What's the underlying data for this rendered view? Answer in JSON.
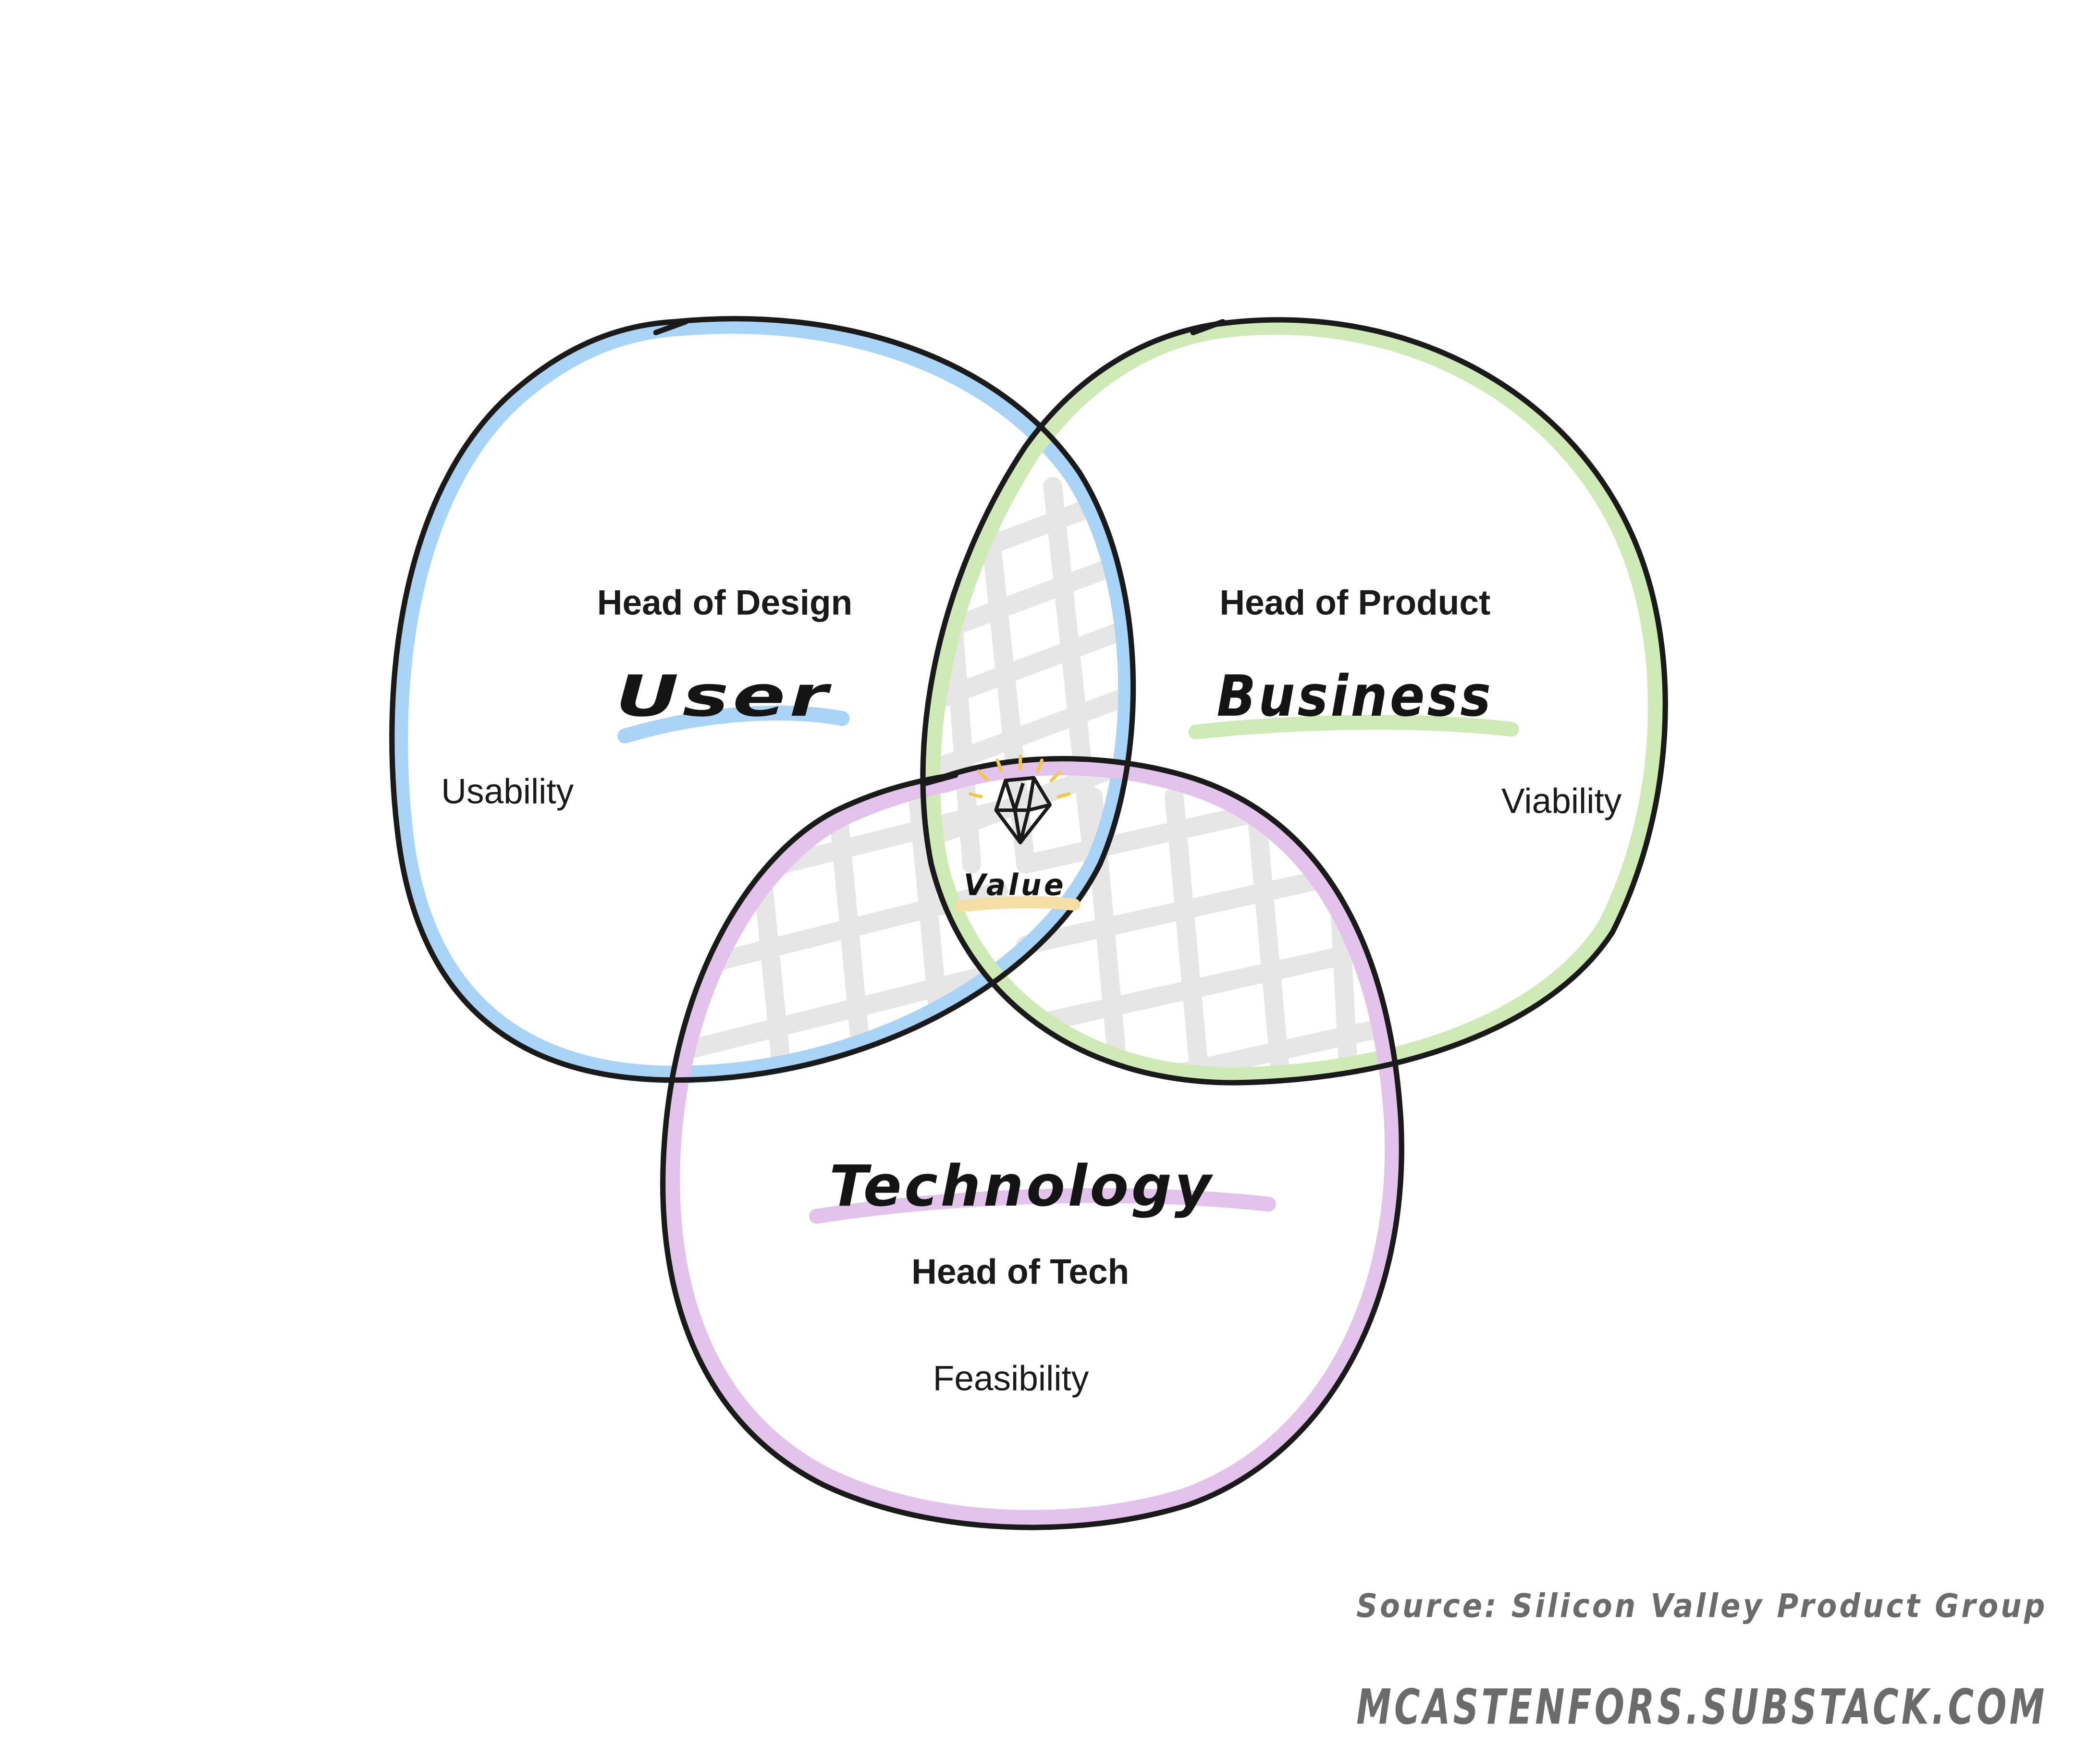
{
  "colors": {
    "user": "#a9d3f7",
    "business": "#cfeab6",
    "technology": "#e3c2ec",
    "value": "#f6dfa6",
    "gem_rays": "#f1c84f",
    "outline": "#1a1a1a",
    "hatch": "#e6e6e6",
    "footer_text": "#6b6b6b"
  },
  "icon": "gem-icon",
  "circles": {
    "user": {
      "title": "User",
      "role": "Head of Design",
      "quality": "Usability"
    },
    "business": {
      "title": "Business",
      "role": "Head of Product",
      "quality": "Viability"
    },
    "technology": {
      "title": "Technology",
      "role": "Head of Tech",
      "quality": "Feasibility"
    }
  },
  "center": {
    "label": "Value"
  },
  "footer": {
    "source": "Source: Silicon Valley Product Group",
    "site": "MCASTENFORS.SUBSTACK.COM"
  }
}
